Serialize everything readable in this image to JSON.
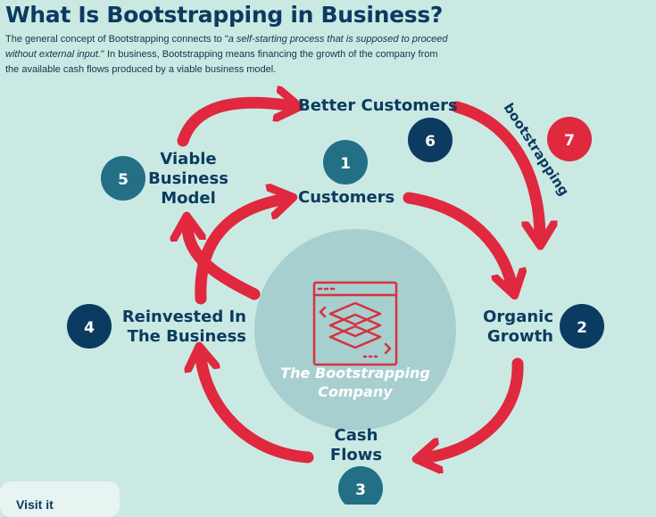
{
  "header": {
    "title": "What Is Bootstrapping in Business?",
    "intro_part1": "The general concept of Bootstrapping connects to \"",
    "intro_quote": "a self-starting process that is supposed to proceed without external input.",
    "intro_part2": "\" In business, Bootstrapping means financing the growth of the company from the available cash flows produced by a viable business model."
  },
  "colors": {
    "background": "#cbe9e3",
    "arrow_red": "#e0283e",
    "navy": "#0b3b60",
    "teal": "#236f86",
    "center_circle": "#a7cfd0"
  },
  "nodes": [
    {
      "number": "1",
      "label": "Customers"
    },
    {
      "number": "2",
      "label": "Organic\nGrowth"
    },
    {
      "number": "3",
      "label": "Cash\nFlows"
    },
    {
      "number": "4",
      "label": "Reinvested In\nThe Business"
    },
    {
      "number": "5",
      "label": "Viable\nBusiness\nModel"
    },
    {
      "number": "6",
      "label": "Better Customers"
    },
    {
      "number": "7",
      "label": "bootstrapping"
    }
  ],
  "center": {
    "icon": "layered-stack-window-icon",
    "label": "The Bootstrapping\nCompany"
  },
  "footer": {
    "visit_text": "Visit it"
  }
}
